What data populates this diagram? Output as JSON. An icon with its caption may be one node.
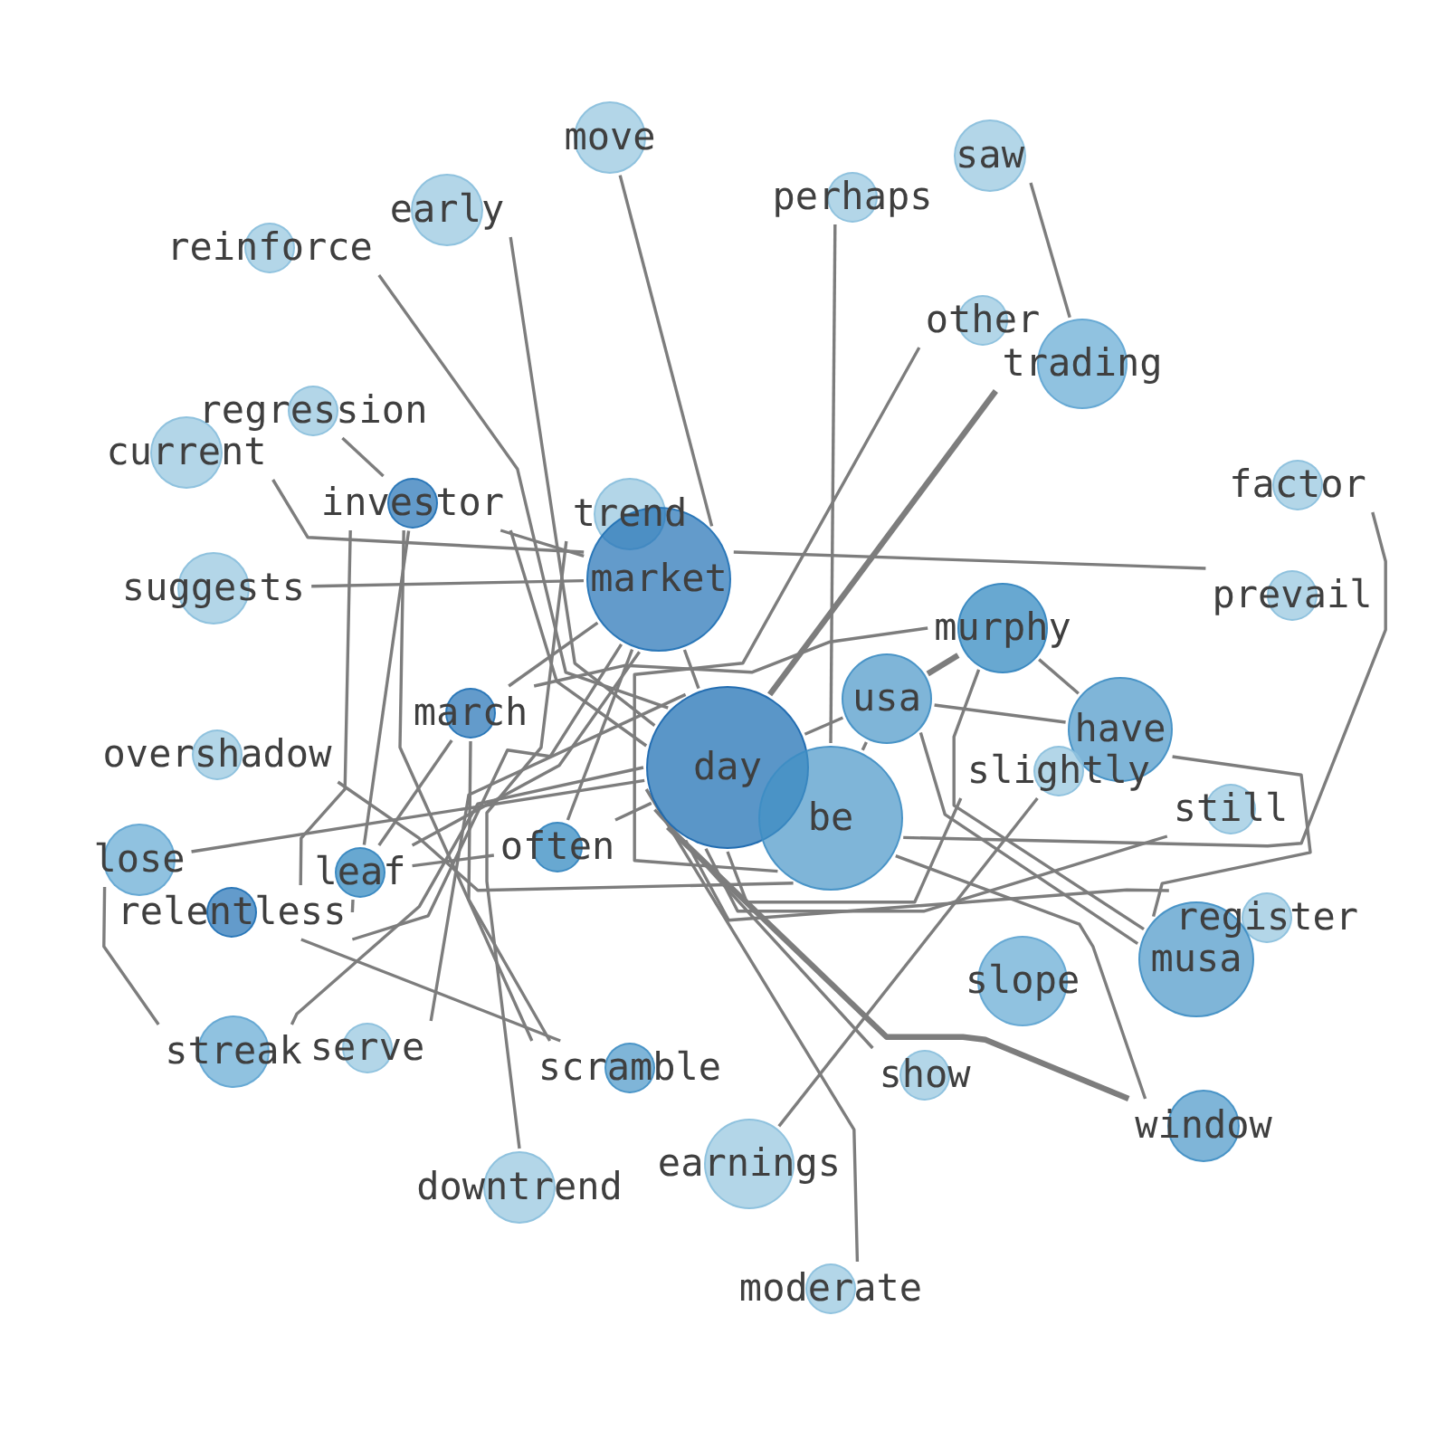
{
  "diagram": {
    "nodes": [
      {
        "text": [
          "move"
        ]
      },
      {
        "text": [
          "saw"
        ]
      },
      {
        "text": [
          "perhaps"
        ]
      },
      {
        "text": [
          "early"
        ]
      },
      {
        "text": [
          "reinforce"
        ]
      },
      {
        "text": [
          "other"
        ]
      },
      {
        "text": [
          "trading"
        ]
      },
      {
        "text": [
          "regression"
        ]
      },
      {
        "text": [
          "current"
        ]
      },
      {
        "text": [
          "factor"
        ]
      },
      {
        "text": [
          "investor"
        ]
      },
      {
        "text": [
          "trend"
        ]
      },
      {
        "text": [
          "market"
        ]
      },
      {
        "text": [
          "suggests"
        ]
      },
      {
        "text": [
          "prevail"
        ]
      },
      {
        "text": [
          "murphy"
        ]
      },
      {
        "text": [
          "usa"
        ]
      },
      {
        "text": [
          "march"
        ]
      },
      {
        "text": [
          "have"
        ]
      },
      {
        "text": [
          "overshadow"
        ]
      },
      {
        "text": [
          "day"
        ]
      },
      {
        "text": [
          "slightly"
        ]
      },
      {
        "text": [
          "be"
        ]
      },
      {
        "text": [
          "still"
        ]
      },
      {
        "text": [
          "often"
        ]
      },
      {
        "text": [
          "lose"
        ]
      },
      {
        "text": [
          "leaf"
        ]
      },
      {
        "text": [
          "relentless"
        ]
      },
      {
        "text": [
          "register"
        ]
      },
      {
        "text": [
          "musa"
        ]
      },
      {
        "text": [
          "slope"
        ]
      },
      {
        "text": [
          "streak"
        ]
      },
      {
        "text": [
          "serve"
        ]
      },
      {
        "text": [
          "scramble"
        ]
      },
      {
        "text": [
          "show"
        ]
      },
      {
        "text": [
          "window"
        ]
      },
      {
        "text": [
          "earnings"
        ]
      },
      {
        "text": [
          "downtrend"
        ]
      },
      {
        "text": [
          "moderate"
        ]
      }
    ],
    "edges": [
      {
        "from": 0,
        "to": 12,
        "arrow": "none"
      },
      {
        "from": 3,
        "to": 20,
        "arrow": "none"
      },
      {
        "from": 4,
        "to": 20,
        "arrow": "none"
      },
      {
        "from": 7,
        "to": 10,
        "arrow": "none"
      },
      {
        "from": 10,
        "to": 20,
        "arrow": "none"
      },
      {
        "from": 8,
        "to": 12,
        "arrow": "none"
      },
      {
        "from": 10,
        "to": 12,
        "arrow": "none"
      },
      {
        "from": 13,
        "to": 12,
        "arrow": "none"
      },
      {
        "from": 12,
        "to": 14,
        "arrow": "none"
      },
      {
        "from": 1,
        "to": 6,
        "arrow": "none"
      },
      {
        "from": 6,
        "to": 20,
        "arrow": "none",
        "style": "thick"
      },
      {
        "from": 2,
        "to": 22,
        "arrow": "none"
      },
      {
        "from": 5,
        "to": 22,
        "arrow": "none"
      },
      {
        "from": 9,
        "to": 22,
        "arrow": "none"
      },
      {
        "from": 17,
        "to": 15,
        "arrow": "none"
      },
      {
        "from": 16,
        "to": 15,
        "arrow": "none",
        "style": "thick"
      },
      {
        "from": 15,
        "to": 18,
        "arrow": "none"
      },
      {
        "from": 15,
        "to": 29,
        "arrow": "none"
      },
      {
        "from": 16,
        "to": 18,
        "arrow": "none"
      },
      {
        "from": 16,
        "to": 29,
        "arrow": "none"
      },
      {
        "from": 18,
        "to": 29,
        "arrow": "none"
      },
      {
        "from": 20,
        "to": 16,
        "arrow": "none"
      },
      {
        "from": 16,
        "to": 22,
        "arrow": "none"
      },
      {
        "from": 20,
        "to": 21,
        "arrow": "none"
      },
      {
        "from": 20,
        "to": 23,
        "arrow": "none"
      },
      {
        "from": 20,
        "to": 28,
        "arrow": "none"
      },
      {
        "from": 20,
        "to": 35,
        "arrow": "none",
        "style": "thick"
      },
      {
        "from": 22,
        "to": 35,
        "arrow": "none"
      },
      {
        "from": 20,
        "to": 34,
        "arrow": "none"
      },
      {
        "from": 20,
        "to": 38,
        "arrow": "none"
      },
      {
        "from": 36,
        "to": 21,
        "arrow": "none"
      },
      {
        "from": 37,
        "to": 11,
        "arrow": "none"
      },
      {
        "from": 24,
        "to": 12,
        "arrow": "none"
      },
      {
        "from": 24,
        "to": 20,
        "arrow": "none"
      },
      {
        "from": 26,
        "to": 24,
        "arrow": "none"
      },
      {
        "from": 27,
        "to": 26,
        "arrow": "none"
      },
      {
        "from": 25,
        "to": 20,
        "arrow": "none"
      },
      {
        "from": 25,
        "to": 31,
        "arrow": "none"
      },
      {
        "from": 31,
        "to": 20,
        "arrow": "none"
      },
      {
        "from": 32,
        "to": 20,
        "arrow": "none"
      },
      {
        "from": 19,
        "to": 22,
        "arrow": "none"
      },
      {
        "from": 27,
        "to": 33,
        "arrow": "none"
      },
      {
        "from": 10,
        "to": 33,
        "arrow": "none"
      },
      {
        "from": 17,
        "to": 33,
        "arrow": "none"
      },
      {
        "from": 10,
        "to": 27,
        "arrow": "none"
      },
      {
        "from": 10,
        "to": 26,
        "arrow": "none"
      },
      {
        "from": 17,
        "to": 26,
        "arrow": "none"
      },
      {
        "from": 27,
        "to": 12,
        "arrow": "none"
      },
      {
        "from": 17,
        "to": 12,
        "arrow": "none"
      },
      {
        "from": 26,
        "to": 12,
        "arrow": "none"
      },
      {
        "from": 12,
        "to": 20,
        "arrow": "none"
      }
    ]
  }
}
